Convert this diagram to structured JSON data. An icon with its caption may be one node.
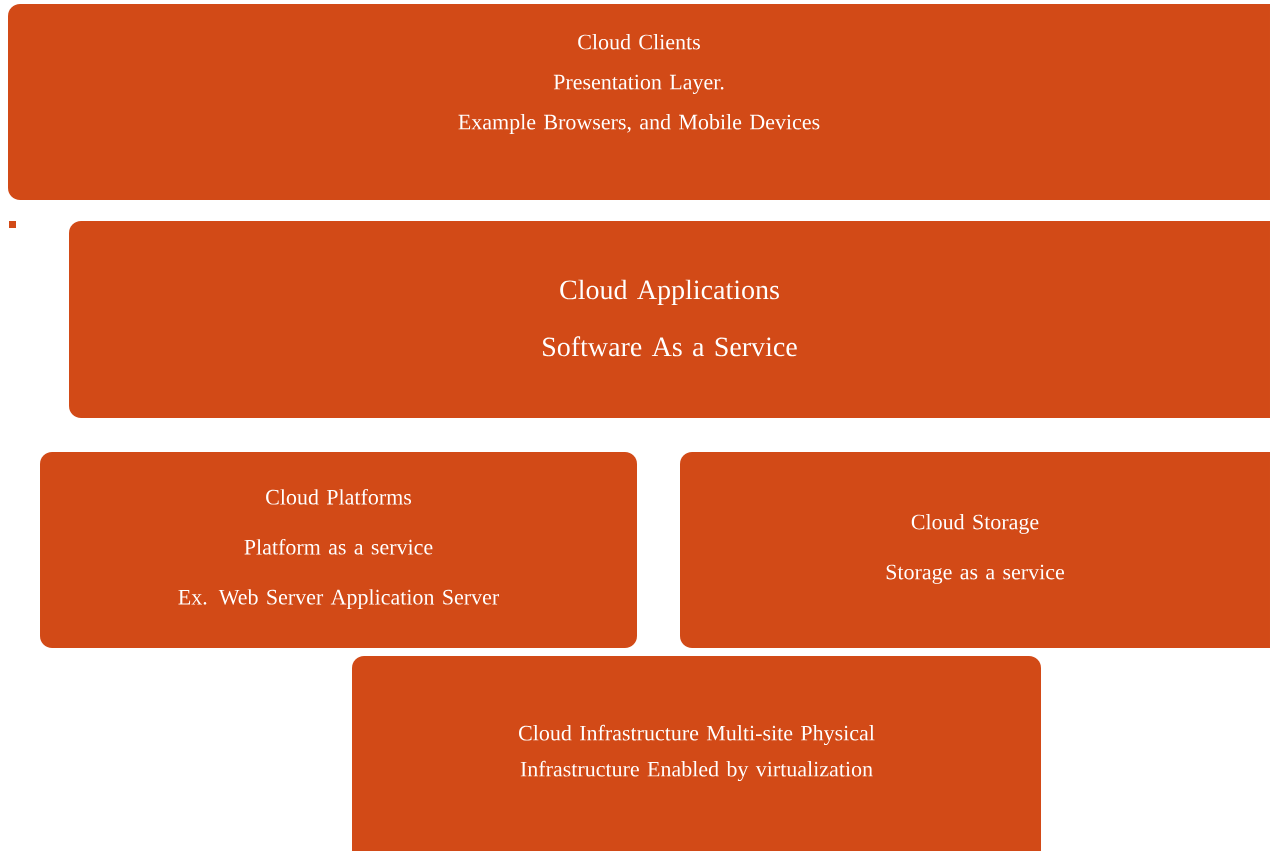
{
  "diagram": {
    "nodes": [
      {
        "text": [
          "Cloud Clients",
          "Presentation Layer.",
          "Example Browsers, and Mobile Devices"
        ]
      },
      {
        "text": [
          "Cloud Applications",
          "Software As a Service"
        ]
      },
      {
        "text": [
          "Cloud Platforms",
          "Platform as a service",
          "Ex. Web Server Application Server"
        ]
      },
      {
        "text": [
          "Cloud Storage",
          "Storage as a service"
        ]
      },
      {
        "text": [
          "Cloud Infrastructure Multi-site Physical Infrastructure Enabled by virtualization"
        ]
      }
    ]
  }
}
